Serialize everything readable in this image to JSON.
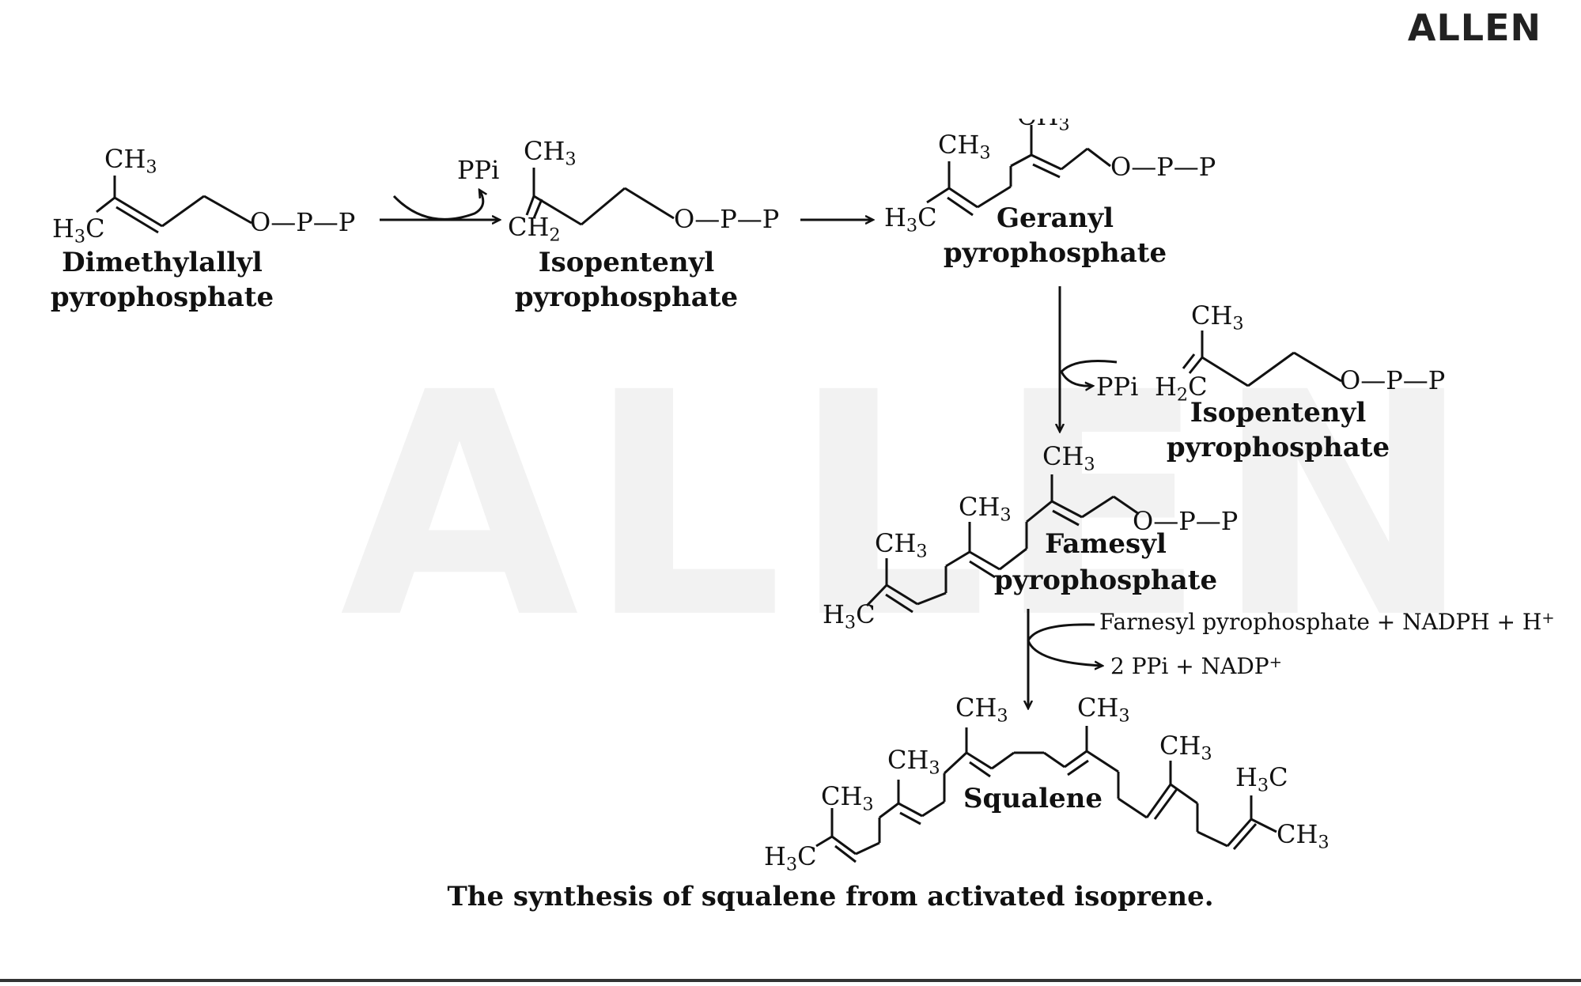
{
  "logo": "ALLEN",
  "watermark": "ALLEN",
  "caption": "The synthesis of squalene from activated isoprene.",
  "compounds": {
    "dmapp": {
      "name_line1": "Dimethylallyl",
      "name_line2": "pyrophosphate"
    },
    "ipp1": {
      "name_line1": "Isopentenyl",
      "name_line2": "pyrophosphate"
    },
    "gpp": {
      "name_line1": "Geranyl",
      "name_line2": "pyrophosphate"
    },
    "ipp2": {
      "name_line1": "Isopentenyl",
      "name_line2": "pyrophosphate"
    },
    "fpp": {
      "name_line1": "Famesyl",
      "name_line2": "pyrophosphate"
    },
    "squalene": {
      "name": "Squalene"
    }
  },
  "groups": {
    "ch3": "CH3",
    "h3c": "H3C",
    "ch2": "CH2",
    "h2c": "H2C",
    "opp": "O—P—P",
    "ppi": "PPi"
  },
  "reactions": {
    "r1_byproduct": "PPi",
    "r2_byproduct": "PPi",
    "r3_input": "Farnesyl pyrophosphate + NADPH + H+",
    "r3_output": "2 PPi + NADP+"
  }
}
